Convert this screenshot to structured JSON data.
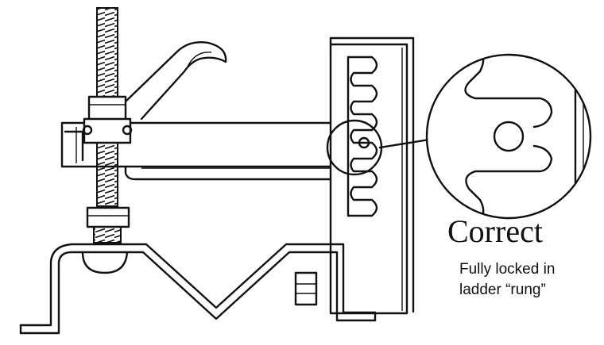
{
  "caption": {
    "title": "Correct",
    "line1": "Fully locked in",
    "line2": "ladder “rung”"
  }
}
